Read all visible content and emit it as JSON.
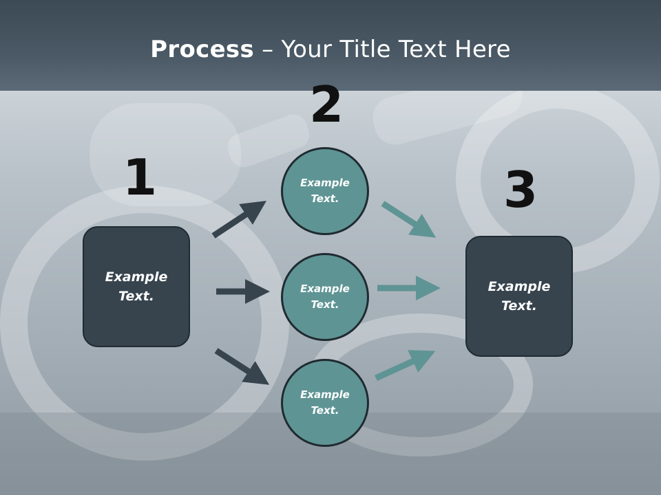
{
  "title": {
    "bold": "Process",
    "rest": " – Your Title Text Here"
  },
  "steps": [
    {
      "number": "1",
      "label": "Example\nText."
    },
    {
      "number": "2",
      "labels": [
        "Example\nText.",
        "Example\nText.",
        "Example\nText."
      ]
    },
    {
      "number": "3",
      "label": "Example\nText."
    }
  ],
  "colors": {
    "title_bar": "#4a5965",
    "box_fill": "#37444e",
    "circle_fill": "#5f9494",
    "dark_arrow": "#37444e",
    "teal_arrow": "#5f9494"
  }
}
